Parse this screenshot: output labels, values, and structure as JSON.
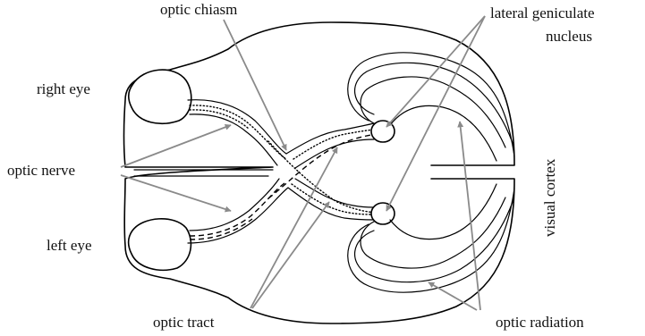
{
  "labels": {
    "optic_chiasm": "optic chiasm",
    "lgn_line1": "lateral geniculate",
    "lgn_line2": "nucleus",
    "right_eye": "right eye",
    "optic_nerve": "optic nerve",
    "left_eye": "left eye",
    "visual_cortex": "visual cortex",
    "optic_tract": "optic tract",
    "optic_radiation": "optic radiation"
  },
  "colors": {
    "outline": "#000000",
    "pointer_arrows": "#8a8a8a",
    "background": "#ffffff"
  }
}
